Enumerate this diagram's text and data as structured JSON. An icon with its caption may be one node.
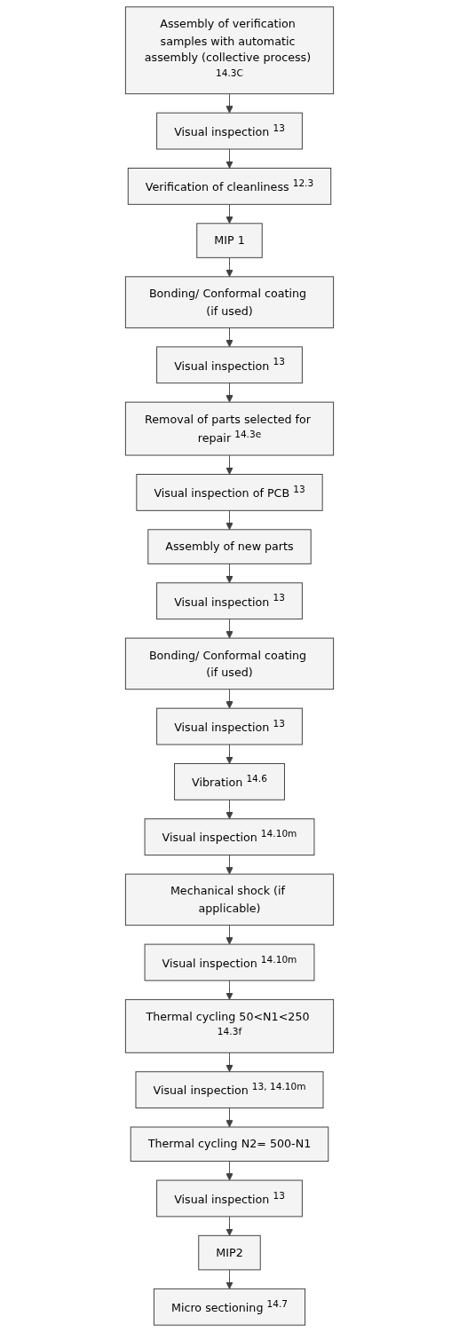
{
  "diagram": {
    "nodes": [
      {
        "text": [
          "Assembly of verification samples with automatic assembly (collective process) $^{14.3C}$"
        ]
      },
      {
        "text": [
          "Visual inspection $^{13}$"
        ]
      },
      {
        "text": [
          "Verification of cleanliness $^{12.3}$"
        ]
      },
      {
        "text": [
          "MIP 1"
        ]
      },
      {
        "text": [
          "Bonding/ Conformal coating (if used)"
        ]
      },
      {
        "text": [
          "Visual inspection $^{13}$"
        ]
      },
      {
        "text": [
          "Removal of parts selected for repair $^{14.3e}$"
        ]
      },
      {
        "text": [
          "Visual inspection of PCB $^{13}$"
        ]
      },
      {
        "text": [
          "Assembly of new parts"
        ]
      },
      {
        "text": [
          "Visual inspection $^{13}$"
        ]
      },
      {
        "text": [
          "Bonding/ Conformal coating (if used)"
        ]
      },
      {
        "text": [
          "Visual inspection $^{13}$"
        ]
      },
      {
        "text": [
          "Vibration $^{14.6}$"
        ]
      },
      {
        "text": [
          "Visual inspection $^{14.10m}$"
        ]
      },
      {
        "text": [
          "Mechanical shock (if applicable)"
        ]
      },
      {
        "text": [
          "Visual inspection $^{14.10m}$"
        ]
      },
      {
        "text": [
          "Thermal cycling 50<N1<250 $^{14.3f}$"
        ]
      },
      {
        "text": [
          "Visual inspection $^{13, 14.10m}$"
        ]
      },
      {
        "text": [
          "Thermal cycling N2= 500-N1"
        ]
      },
      {
        "text": [
          "Visual inspection $^{13}$"
        ]
      },
      {
        "text": [
          "MIP2"
        ]
      },
      {
        "text": [
          "Micro sectioning $^{14.7}$"
        ]
      }
    ],
    "edges": [
      {
        "from": 0,
        "to": 1,
        "arrow": "to"
      },
      {
        "from": 1,
        "to": 2,
        "arrow": "to"
      },
      {
        "from": 2,
        "to": 3,
        "arrow": "to"
      },
      {
        "from": 3,
        "to": 4,
        "arrow": "to"
      },
      {
        "from": 4,
        "to": 5,
        "arrow": "to"
      },
      {
        "from": 5,
        "to": 6,
        "arrow": "to"
      },
      {
        "from": 6,
        "to": 7,
        "arrow": "to"
      },
      {
        "from": 7,
        "to": 8,
        "arrow": "to"
      },
      {
        "from": 8,
        "to": 9,
        "arrow": "to"
      },
      {
        "from": 9,
        "to": 10,
        "arrow": "to"
      },
      {
        "from": 10,
        "to": 11,
        "arrow": "to"
      },
      {
        "from": 11,
        "to": 12,
        "arrow": "to"
      },
      {
        "from": 12,
        "to": 13,
        "arrow": "to"
      },
      {
        "from": 13,
        "to": 14,
        "arrow": "to"
      },
      {
        "from": 14,
        "to": 15,
        "arrow": "to"
      },
      {
        "from": 15,
        "to": 16,
        "arrow": "to"
      },
      {
        "from": 16,
        "to": 17,
        "arrow": "to"
      },
      {
        "from": 17,
        "to": 18,
        "arrow": "to"
      },
      {
        "from": 18,
        "to": 19,
        "arrow": "to"
      },
      {
        "from": 19,
        "to": 20,
        "arrow": "to"
      },
      {
        "from": 20,
        "to": 21,
        "arrow": "to"
      }
    ]
  }
}
